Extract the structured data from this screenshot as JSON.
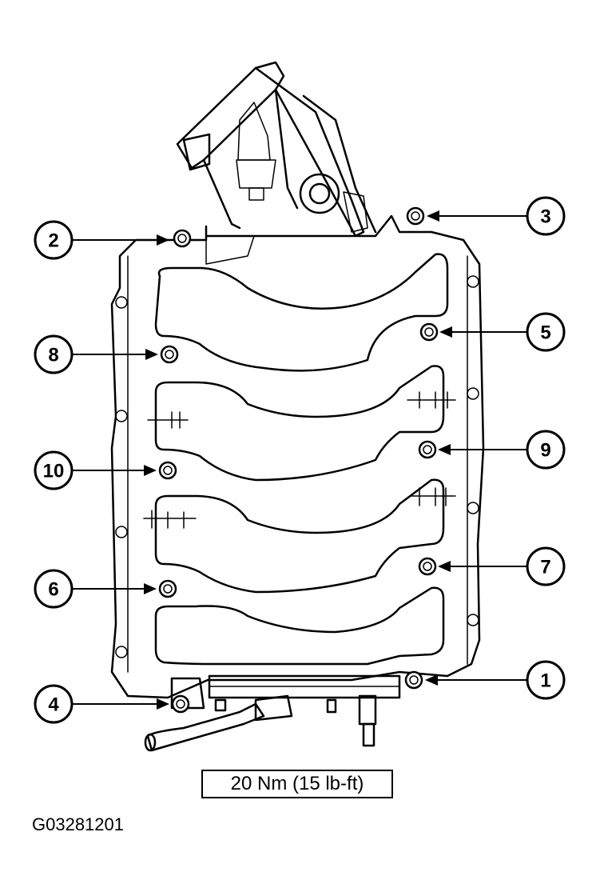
{
  "torque_spec": "20 Nm (15 lb-ft)",
  "figure_id": "G03281201",
  "callouts": [
    {
      "label": "1"
    },
    {
      "label": "2"
    },
    {
      "label": "3"
    },
    {
      "label": "4"
    },
    {
      "label": "5"
    },
    {
      "label": "6"
    },
    {
      "label": "7"
    },
    {
      "label": "8"
    },
    {
      "label": "9"
    },
    {
      "label": "10"
    }
  ]
}
